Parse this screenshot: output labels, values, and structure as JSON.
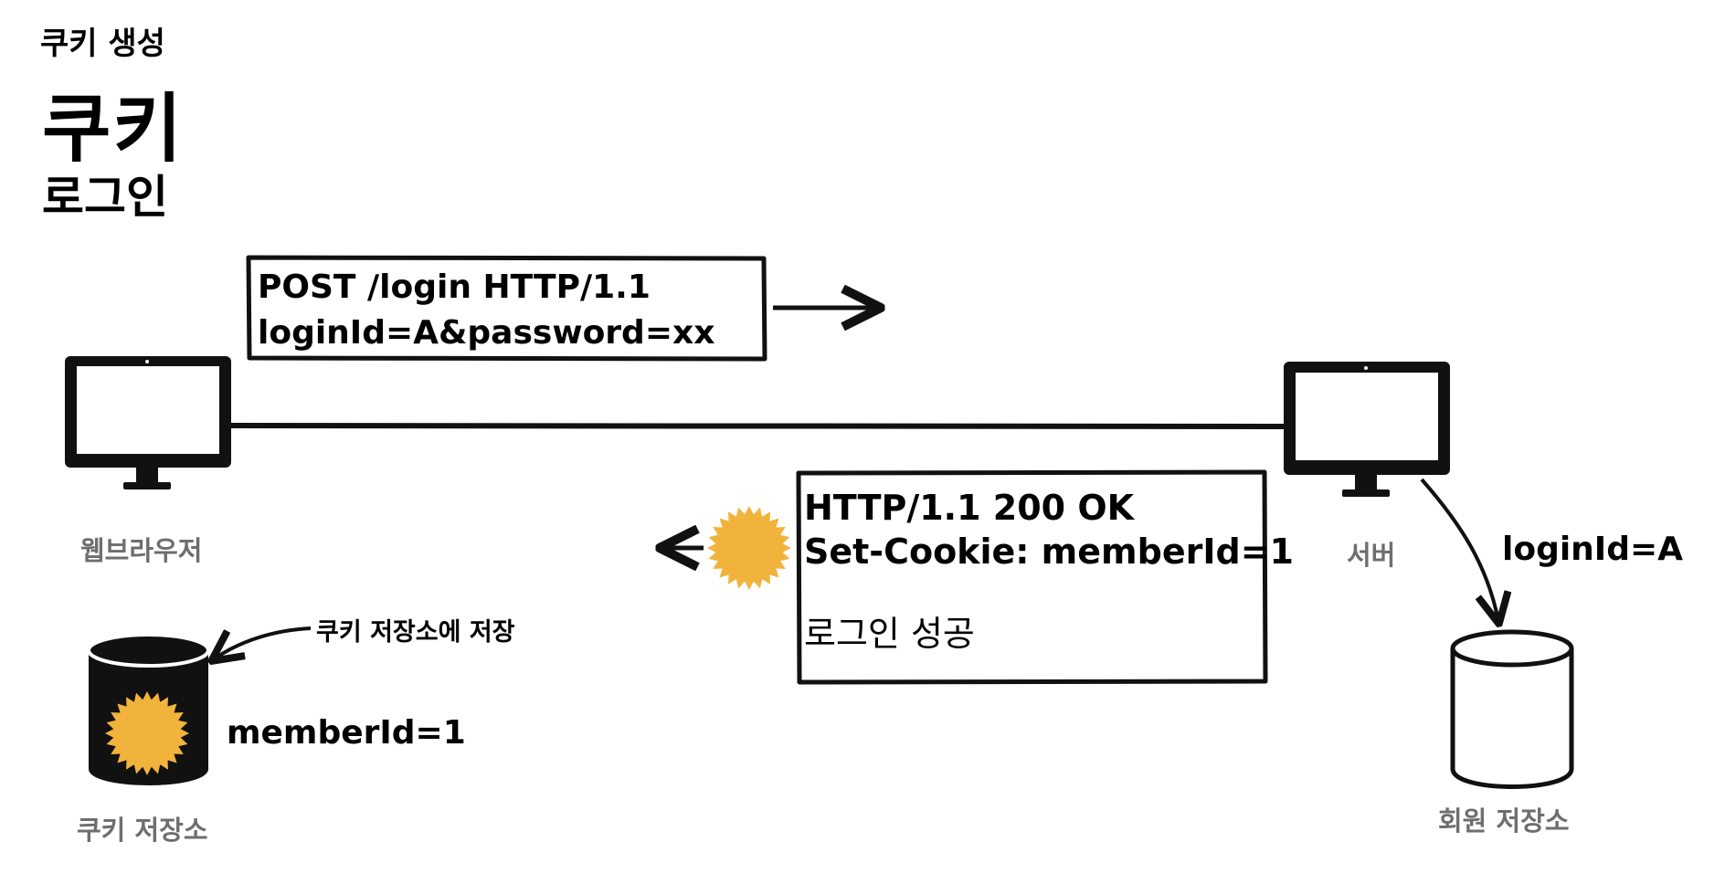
{
  "titles": {
    "subtitle": "쿠키 생성",
    "main": "쿠키",
    "topic": "로그인"
  },
  "client": {
    "label": "웹브라우저",
    "icon": "monitor-icon"
  },
  "server": {
    "label": "서버",
    "icon": "monitor-icon"
  },
  "request": {
    "line1_prefix": "POST ",
    "line1_path": "/login",
    "line1_suffix": " HTTP/1.1",
    "line2": "loginId=A&password=xx"
  },
  "response": {
    "status_line": "HTTP/1.1 200 OK",
    "header_line": "Set-Cookie: memberId=1",
    "body": "로그인 성공",
    "icon": "cookie-icon"
  },
  "cookie_store": {
    "label": "쿠키 저장소",
    "annotation": "쿠키 저장소에 저장",
    "value": "memberId=1",
    "icon": "database-icon"
  },
  "member_store": {
    "label": "회원 저장소",
    "lookup": "loginId=A",
    "icon": "database-icon"
  },
  "colors": {
    "ink": "#111111",
    "cookie": "#F2B33D",
    "label_grey": "#6E6E6E"
  }
}
